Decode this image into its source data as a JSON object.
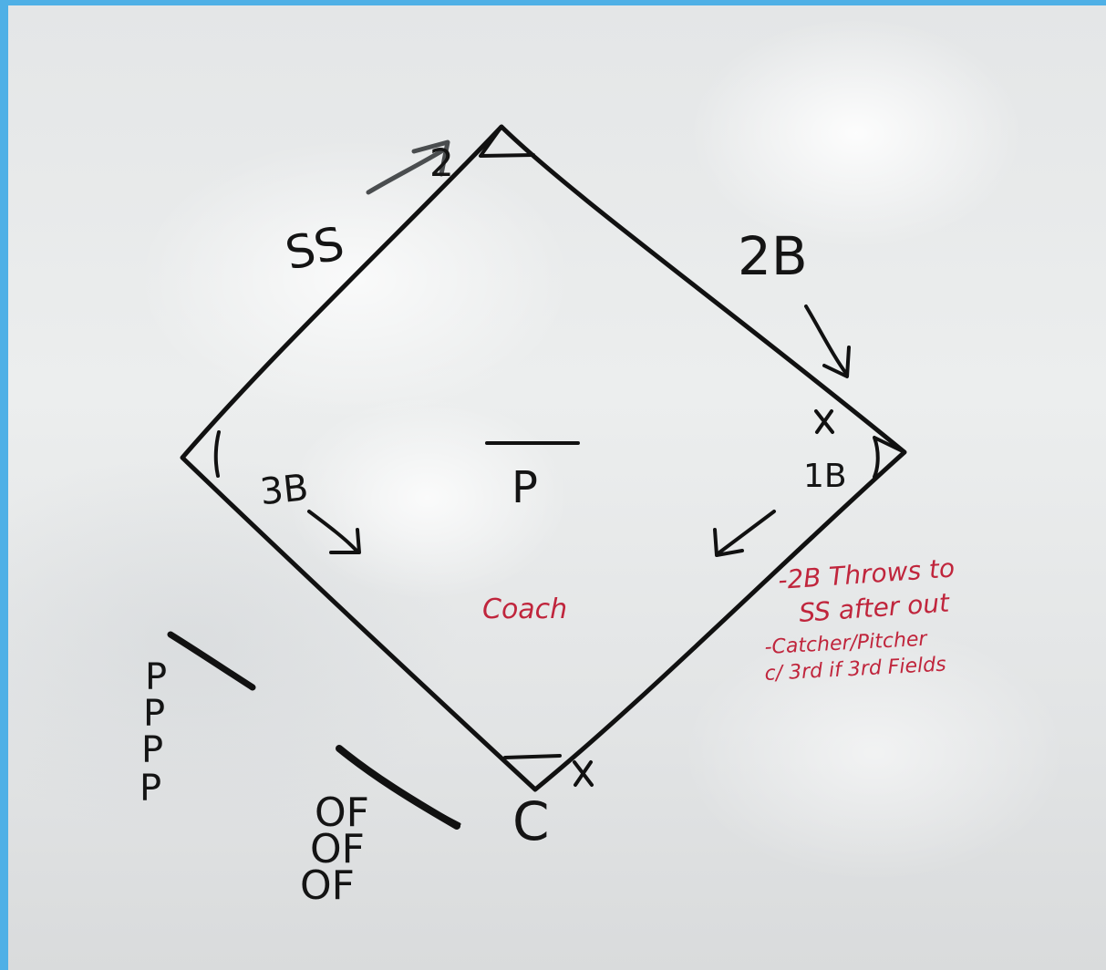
{
  "labels": {
    "second_base_ss": "SS",
    "second_base_arrow_to": "2",
    "second_baseman": "2B",
    "first_base": "1B",
    "third_base": "3B",
    "pitcher": "P",
    "coach": "Coach",
    "catcher": "C",
    "outfield_1": "OF",
    "outfield_2": "OF",
    "outfield_3": "OF",
    "pitchers_queue": [
      "P",
      "P",
      "P",
      "P"
    ],
    "x_mark": "x"
  },
  "notes": {
    "line1": "-2B Throws to",
    "line2": "SS after out",
    "line3": "-Catcher/Pitcher",
    "line4": "c/ 3rd  if 3rd Fields"
  },
  "colors": {
    "frame": "#4fb0e6",
    "ink": "#111111",
    "red_marker": "#c0253c"
  }
}
